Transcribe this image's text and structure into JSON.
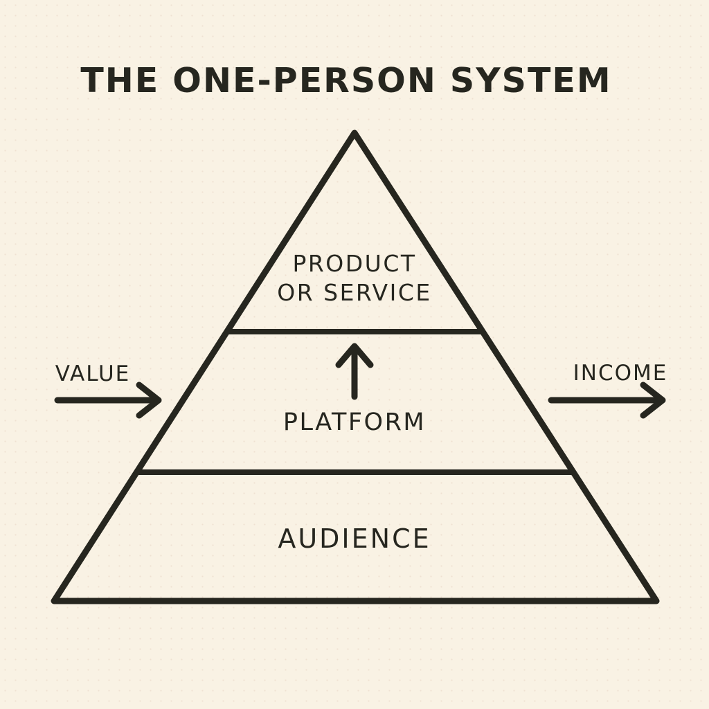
{
  "title": "THE ONE-PERSON SYSTEM",
  "pyramid": {
    "tier_top": {
      "line1": "PRODUCT",
      "line2": "OR SERVICE"
    },
    "tier_middle": {
      "label": "PLATFORM"
    },
    "tier_bottom": {
      "label": "AUDIENCE"
    }
  },
  "flows": {
    "input_label": "VALUE",
    "output_label": "INCOME"
  },
  "icons": {
    "up_arrow": "up-arrow-icon",
    "value_arrow": "right-arrow-icon",
    "income_arrow": "right-arrow-icon"
  },
  "colors": {
    "background": "#f9f2e4",
    "ink": "#26261f"
  }
}
